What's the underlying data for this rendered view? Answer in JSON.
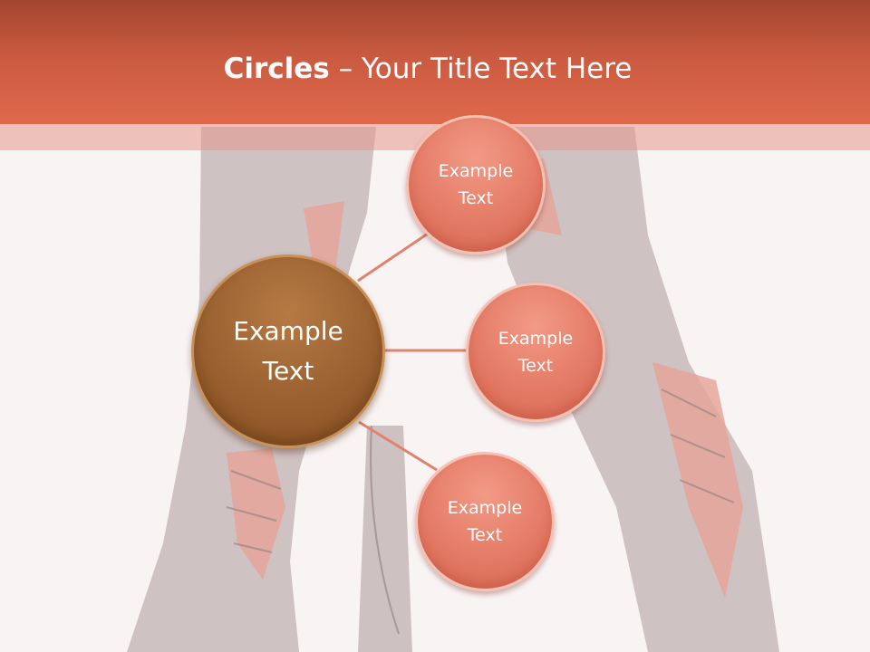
{
  "title": {
    "bold": "Circles",
    "rest": " – Your Title Text Here"
  },
  "center": {
    "line1": "Example",
    "line2": "Text"
  },
  "satellites": [
    {
      "line1": "Example",
      "line2": "Text"
    },
    {
      "line1": "Example",
      "line2": "Text"
    },
    {
      "line1": "Example",
      "line2": "Text"
    }
  ],
  "colors": {
    "title_bar": "#d65e43",
    "center_circle": "#9a6030",
    "satellite_circle": "#e47b66",
    "connector": "#e0826e",
    "background": "#f9f4f4"
  }
}
